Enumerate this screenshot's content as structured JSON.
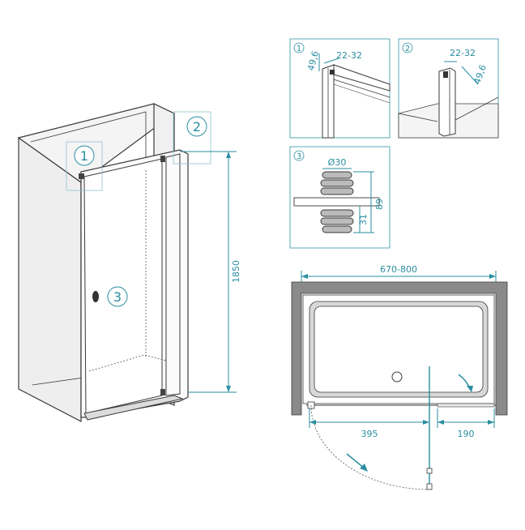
{
  "callouts": {
    "one": "1",
    "two": "2",
    "three": "3"
  },
  "dimensions": {
    "height": "1850",
    "width_range": "670-800",
    "left_span": "395",
    "right_span": "190",
    "profile_depth_1": "49,6",
    "profile_width_1": "22-32",
    "profile_width_2": "22-32",
    "profile_depth_2": "49,6",
    "handle_diameter": "Ø30",
    "handle_height": "89",
    "handle_offset": "31"
  },
  "colors": {
    "accent": "#2a8ea0",
    "line": "#3a3a3a",
    "wall": "#8a8a8a",
    "tray": "#c8c8c8"
  }
}
